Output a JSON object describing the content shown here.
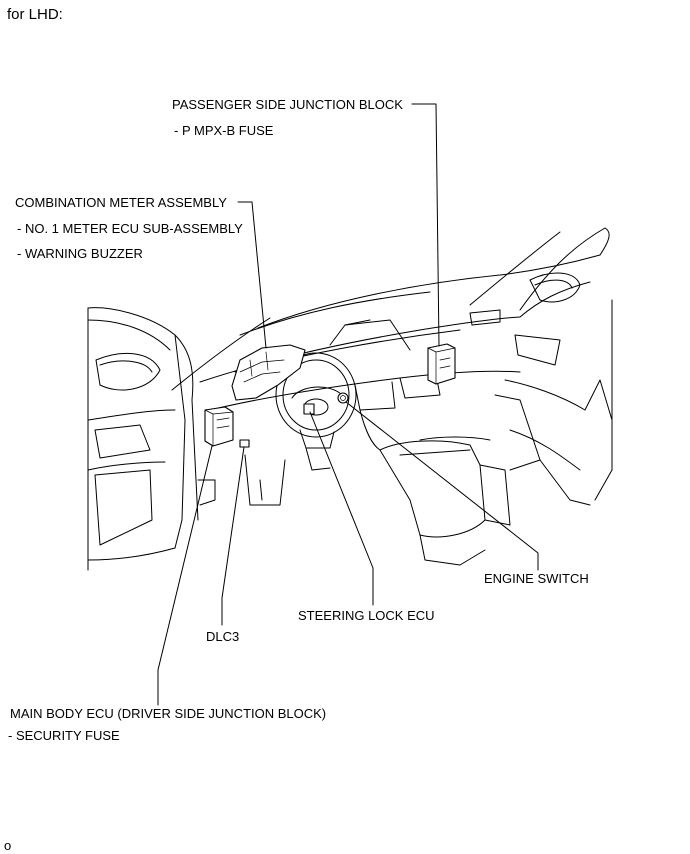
{
  "header": {
    "text": "for LHD:"
  },
  "footer": {
    "code": "o"
  },
  "labels": {
    "passenger_jb": "PASSENGER SIDE JUNCTION BLOCK",
    "p_mpx_b_fuse": "- P MPX-B FUSE",
    "combination_meter": "COMBINATION METER ASSEMBLY",
    "meter_ecu": "- NO. 1 METER ECU SUB-ASSEMBLY",
    "warning_buzzer": "- WARNING BUZZER",
    "engine_switch": "ENGINE SWITCH",
    "steering_lock_ecu": "STEERING LOCK ECU",
    "dlc3": "DLC3",
    "main_body_ecu": "MAIN BODY ECU (DRIVER SIDE JUNCTION BLOCK)",
    "security_fuse": "- SECURITY FUSE"
  }
}
